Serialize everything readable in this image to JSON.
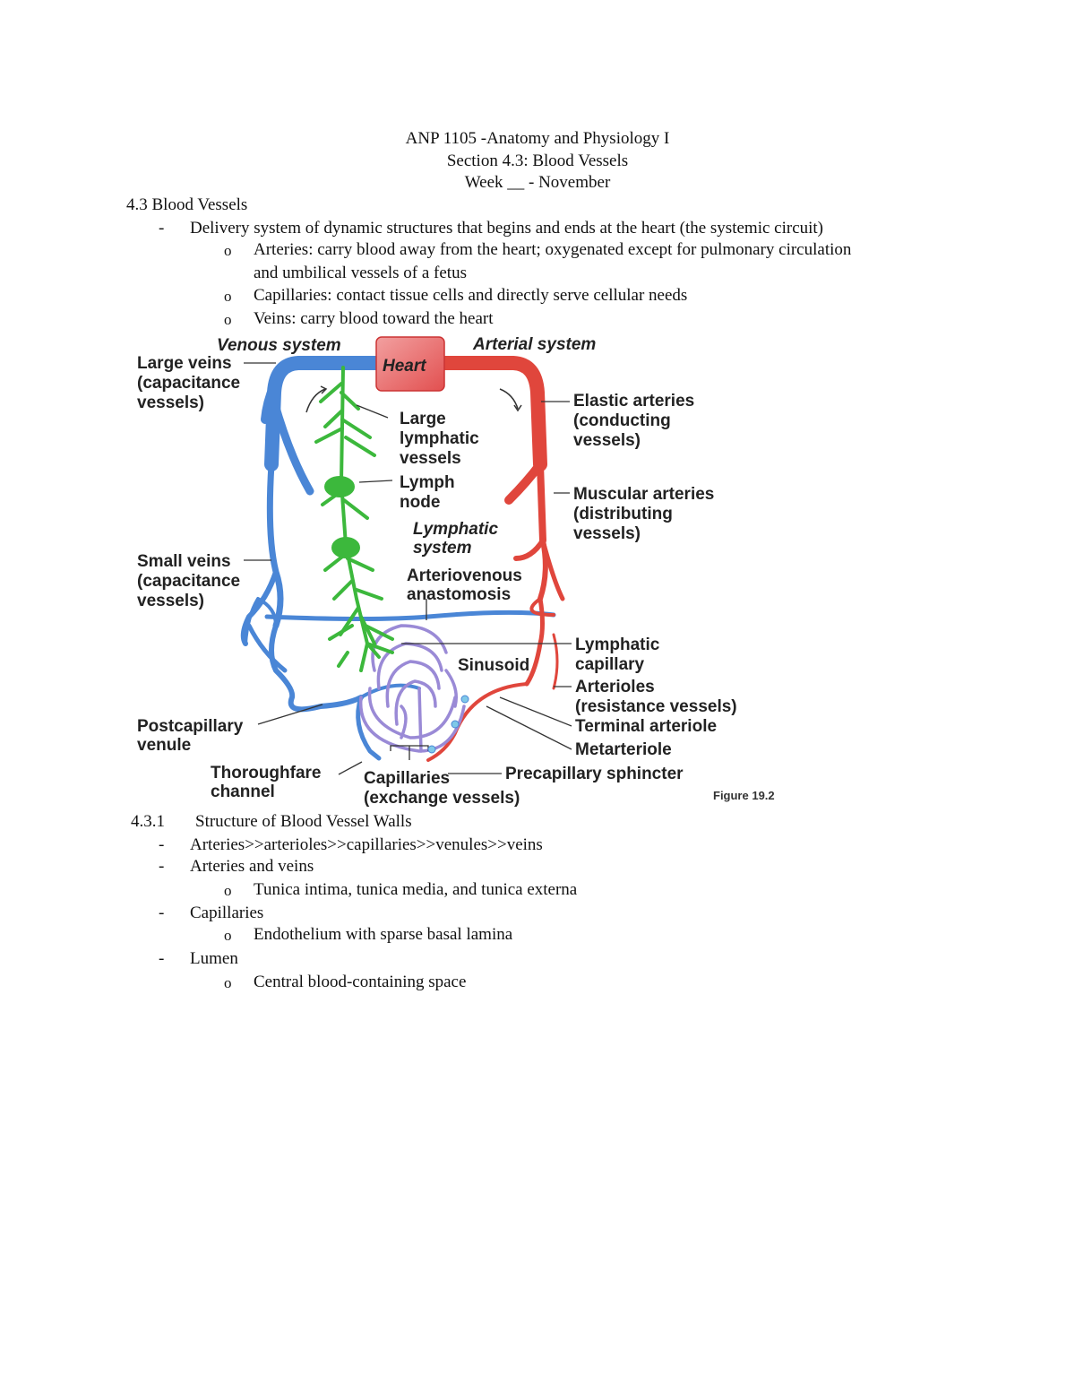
{
  "header": {
    "course": "ANP 1105 -Anatomy and Physiology I",
    "section": "Section 4.3: Blood Vessels",
    "week": "Week __ - November"
  },
  "section_heading": "4.3 Blood Vessels",
  "intro": {
    "bullet": "Delivery system of dynamic structures that begins and ends at the heart (the systemic circuit)",
    "sub": [
      "Arteries: carry blood away from the heart; oxygenated except for pulmonary circulation",
      "and umbilical vessels of a fetus",
      "Capillaries: contact tissue cells and directly serve cellular needs",
      "Veins: carry blood toward the heart"
    ]
  },
  "figure": {
    "venous_system": "Venous system",
    "arterial_system": "Arterial system",
    "heart": "Heart",
    "large_veins": [
      "Large veins",
      "(capacitance",
      "vessels)"
    ],
    "elastic_arteries": [
      "Elastic arteries",
      "(conducting",
      "vessels)"
    ],
    "large_lymphatic": [
      "Large",
      "lymphatic",
      "vessels"
    ],
    "lymph_node": [
      "Lymph",
      "node"
    ],
    "muscular_arteries": [
      "Muscular arteries",
      "(distributing",
      "vessels)"
    ],
    "lymphatic_system": [
      "Lymphatic",
      "system"
    ],
    "small_veins": [
      "Small veins",
      "(capacitance",
      "vessels)"
    ],
    "av_anastomosis": [
      "Arteriovenous",
      "anastomosis"
    ],
    "lymphatic_capillary": [
      "Lymphatic",
      "capillary"
    ],
    "sinusoid": "Sinusoid",
    "arterioles": [
      "Arterioles",
      "(resistance vessels)"
    ],
    "terminal_arteriole": "Terminal arteriole",
    "postcapillary_venule": [
      "Postcapillary",
      "venule"
    ],
    "metarteriole": "Metarteriole",
    "thoroughfare_channel": [
      "Thoroughfare",
      "channel"
    ],
    "capillaries": [
      "Capillaries",
      "(exchange vessels)"
    ],
    "precapillary_sphincter": "Precapillary sphincter",
    "figure_number": "Figure 19.2",
    "colors": {
      "vein": "#4a86d6",
      "artery": "#e0463c",
      "lymph": "#3cb83c",
      "capillary": "#9a8ad6"
    }
  },
  "subsection": {
    "number": "4.3.1",
    "title": "Structure of Blood Vessel Walls",
    "items": [
      {
        "text": "Arteries>>arterioles>>capillaries>>venules>>veins",
        "sub": []
      },
      {
        "text": "Arteries and veins",
        "sub": [
          "Tunica intima, tunica media, and tunica externa"
        ]
      },
      {
        "text": "Capillaries",
        "sub": [
          "Endothelium with sparse basal lamina"
        ]
      },
      {
        "text": "Lumen",
        "sub": [
          "Central blood-containing space"
        ]
      }
    ]
  },
  "bullet_dash": "-",
  "bullet_o": "o"
}
